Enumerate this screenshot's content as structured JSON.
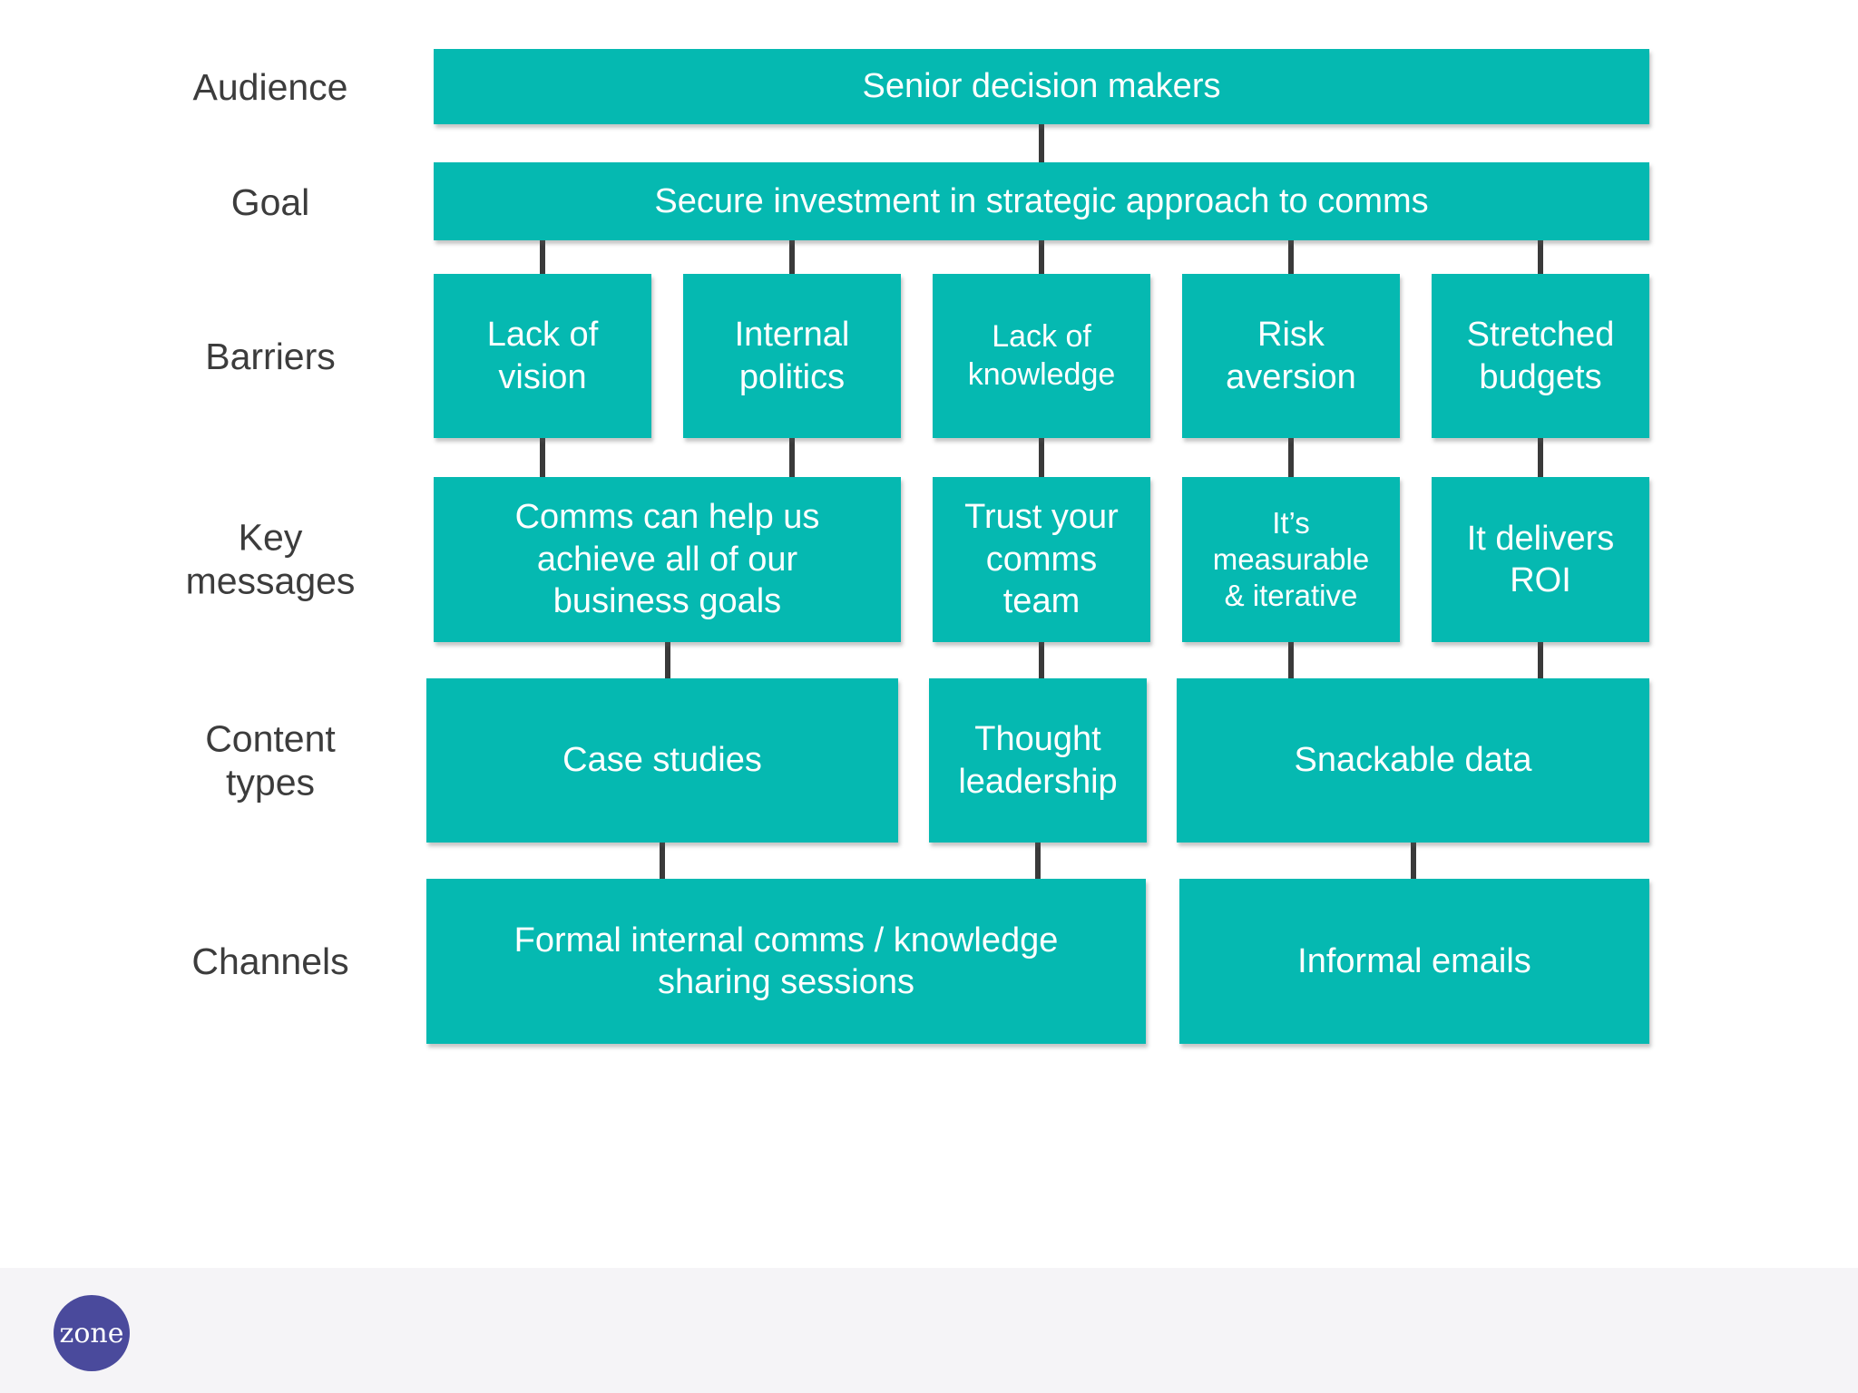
{
  "colors": {
    "box_teal": "#05b9b1",
    "box_text": "#ffffff",
    "label_text": "#3c3c3c",
    "connector": "#3a3a3a",
    "footer_strip": "#f5f4f7",
    "logo_purple": "#4a4a9c"
  },
  "logo": {
    "text": "zone"
  },
  "rows": [
    {
      "label": "Audience",
      "boxes": [
        {
          "text": "Senior decision makers"
        }
      ]
    },
    {
      "label": "Goal",
      "boxes": [
        {
          "text": "Secure investment in strategic approach to comms"
        }
      ]
    },
    {
      "label": "Barriers",
      "boxes": [
        {
          "text": "Lack of\nvision"
        },
        {
          "text": "Internal\npolitics"
        },
        {
          "text": "Lack of\nknowledge"
        },
        {
          "text": "Risk\naversion"
        },
        {
          "text": "Stretched\nbudgets"
        }
      ]
    },
    {
      "label": "Key\nmessages",
      "boxes": [
        {
          "text": "Comms can help us\nachieve all of our\nbusiness goals"
        },
        {
          "text": "Trust your\ncomms\nteam"
        },
        {
          "text": "It’s\nmeasurable\n& iterative"
        },
        {
          "text": "It delivers\nROI"
        }
      ]
    },
    {
      "label": "Content\ntypes",
      "boxes": [
        {
          "text": "Case studies"
        },
        {
          "text": "Thought\nleadership"
        },
        {
          "text": "Snackable data"
        }
      ]
    },
    {
      "label": "Channels",
      "boxes": [
        {
          "text": "Formal internal comms / knowledge\nsharing sessions"
        },
        {
          "text": "Informal emails"
        }
      ]
    }
  ]
}
